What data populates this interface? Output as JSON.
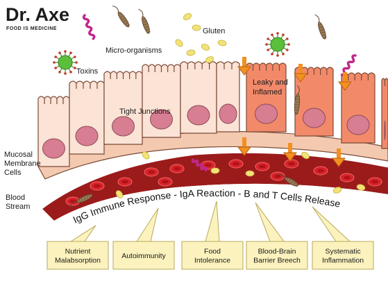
{
  "brand": {
    "name": "Dr. Axe",
    "tagline": "FOOD IS MEDICINE",
    "tagline_parts": [
      "FOOD",
      "IS",
      "MEDICINE"
    ]
  },
  "labels": {
    "gluten": "Gluten",
    "micro_organisms": "Micro-organisms",
    "toxins": "Toxins",
    "tight_junctions": "Tight Junctions",
    "leaky_line1": "Leaky and",
    "leaky_line2": "Inflamed",
    "mucosal_line1": "Mucosal",
    "mucosal_line2": "Membrane",
    "mucosal_line3": "Cells",
    "blood_line1": "Blood",
    "blood_line2": "Stream"
  },
  "arc_caption": "IgG Immune Response - IgA Reaction - B and T Cells Release",
  "outcomes": [
    {
      "line1": "Nutrient",
      "line2": "Malabsorption"
    },
    {
      "line1": "Autoimmunity",
      "line2": ""
    },
    {
      "line1": "Food",
      "line2": "Intolerance"
    },
    {
      "line1": "Blood-Brain",
      "line2": "Barrier Breech"
    },
    {
      "line1": "Systematic",
      "line2": "Inflammation"
    }
  ],
  "colors": {
    "cell_fill": "#fbe3d6",
    "cell_inflamed": "#f28a6a",
    "nucleus": "#d77e92",
    "vessel": "#9b1b1b",
    "blood_cell": "#d8232a",
    "arrow": "#f39020",
    "box_fill": "#fbf2be",
    "box_stroke": "#b7a95c",
    "gluten": "#f1e27a",
    "virus": "#5cbf3b",
    "worm": "#c0288a",
    "bacteria": "#9a7a52"
  }
}
